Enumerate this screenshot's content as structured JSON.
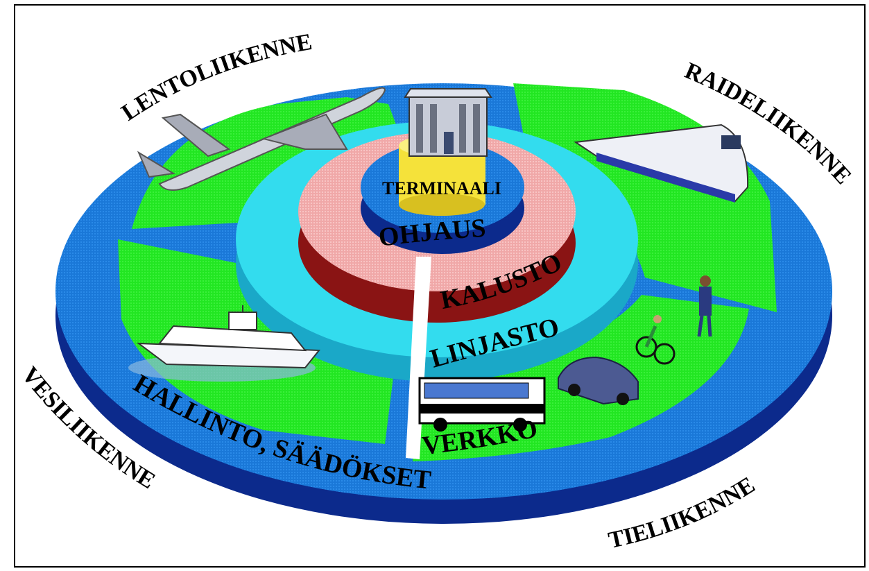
{
  "diagram": {
    "center_label": "TERMINAALI",
    "ring_labels": {
      "ohjaus": "OHJAUS",
      "kalusto": "KALUSTO",
      "linjasto": "LINJASTO",
      "verkko": "VERKKO",
      "hallinto": "HALLINTO, SÄÄDÖKSET"
    },
    "sectors": {
      "air": "LENTOLIIKENNE",
      "rail": "RAIDELIIKENNE",
      "water": "VESILIIKENNE",
      "road": "TIELIIKENNE"
    },
    "colors": {
      "outer_blue": "#1a78d8",
      "outer_side": "#0c2a8c",
      "green": "#22e622",
      "cyan_ring": "#33dcee",
      "pink_ring": "#f0aaaa",
      "pink_side": "#8a1414",
      "inner_blue": "#1670d0",
      "terminal_yellow": "#f5e23a"
    },
    "icons": [
      "airplane-icon",
      "train-icon",
      "cruise-ship-icon",
      "bus-icon",
      "car-icon",
      "cyclist-icon",
      "pedestrian-icon",
      "terminal-building-icon"
    ]
  }
}
